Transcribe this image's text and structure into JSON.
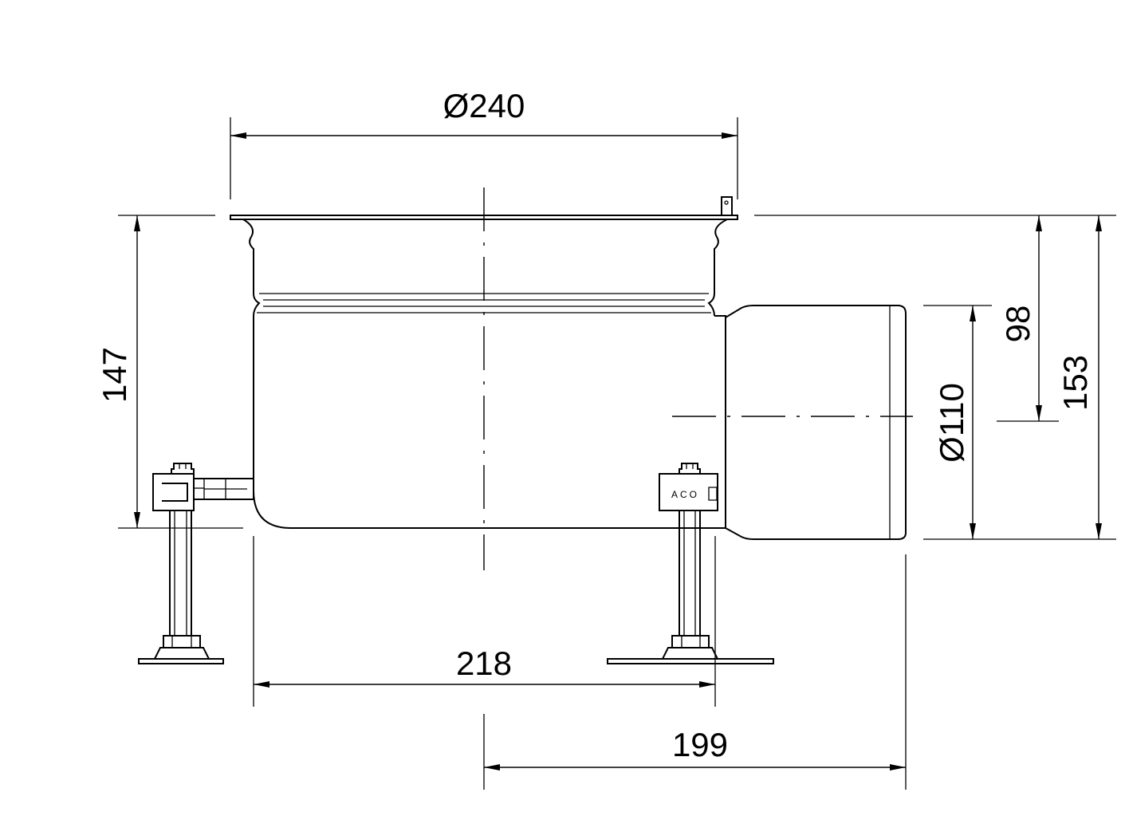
{
  "dimensions": {
    "top_diameter": "Ø240",
    "body_height": "147",
    "outlet_height": "98",
    "total_height": "153",
    "outlet_diameter": "Ø110",
    "body_width": "218",
    "outlet_offset": "199"
  },
  "brand": "ACO"
}
